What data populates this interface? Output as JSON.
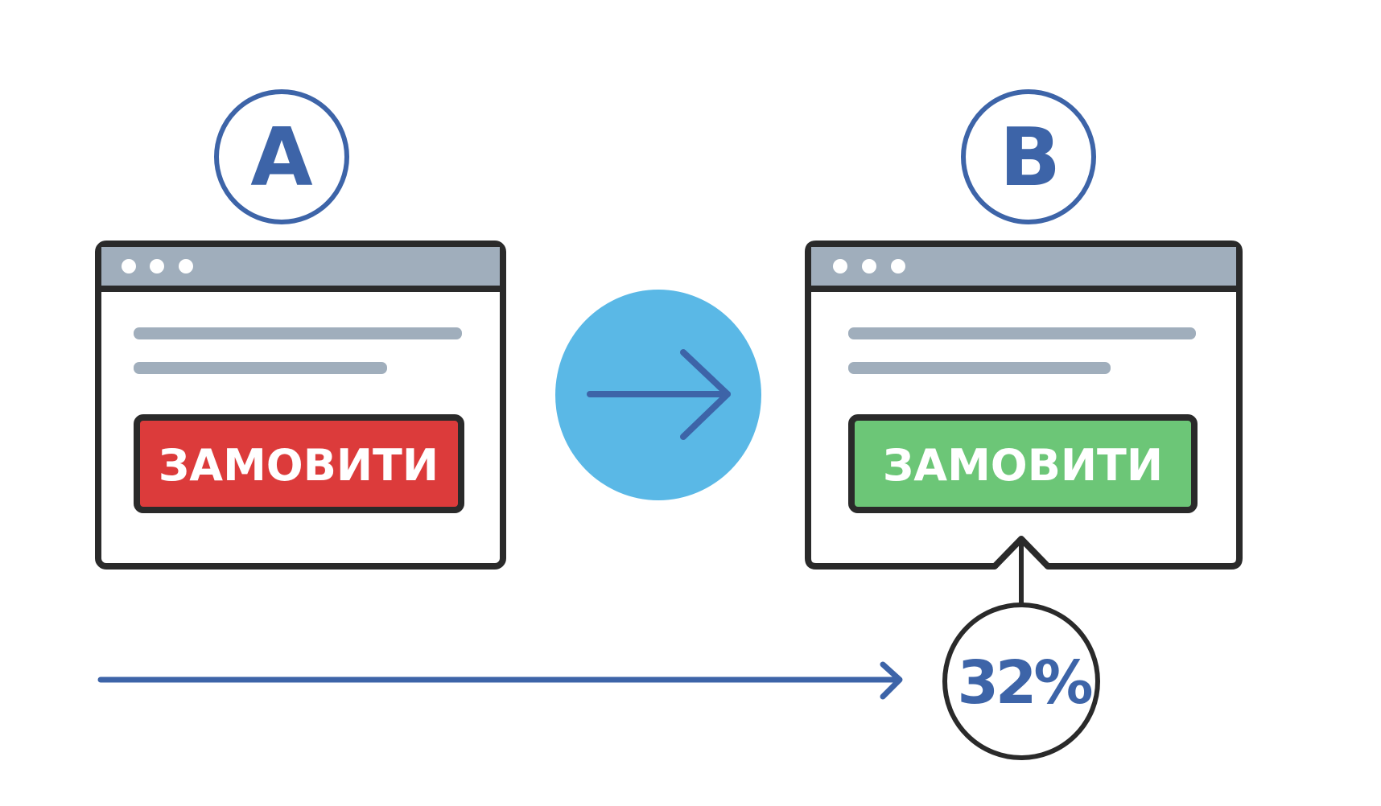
{
  "variant_a": {
    "label": "A",
    "button_label": "ЗАМОВИТИ",
    "button_color": "#dc3b3b"
  },
  "variant_b": {
    "label": "B",
    "button_label": "ЗАМОВИТИ",
    "button_color": "#6cc677"
  },
  "result": {
    "value": "32%"
  },
  "icons": [
    "arrow-right-icon",
    "browser-window-icon"
  ],
  "colors": {
    "accent_blue": "#3d64a8",
    "transition_circle": "#5ab8e6",
    "outline": "#2a2a2a",
    "titlebar": "#a0aebc"
  }
}
